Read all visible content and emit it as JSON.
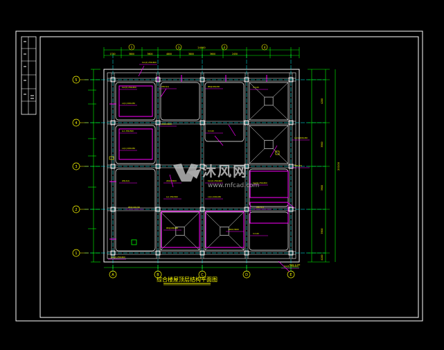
{
  "drawing": {
    "title": "综合楼屋顶层结构平面图",
    "background": "#000000",
    "colors": {
      "frame": "#ffffff",
      "grid": "#00ffff",
      "wall": "#ffffff",
      "beam_annot": "#ff00ff",
      "dimension": "#00ff00",
      "text": "#ffff00",
      "axis_bubble": "#ffff00"
    },
    "axes_horizontal": [
      "A",
      "B",
      "C",
      "D",
      "E"
    ],
    "axes_vertical": [
      "5",
      "4",
      "3",
      "2",
      "1"
    ],
    "top_dims": [
      "1750",
      "3800",
      "3600",
      "4800",
      "3800",
      "3600",
      "2450"
    ],
    "top_total": "24000",
    "right_dims": [
      "4200",
      "3900",
      "3900",
      "3900",
      "4200"
    ],
    "right_total": "20100",
    "note_labels": [
      "KL1(2) 250x600",
      "KL2(3) 250x650",
      "L1(1) 200x450",
      "WKL3(2)",
      "Φ8@100/200",
      "2Φ16;3Φ20",
      "h=120",
      "LL1 250x500"
    ]
  },
  "watermark": {
    "main": "沐风网",
    "sub": "www.mfcad.com"
  }
}
